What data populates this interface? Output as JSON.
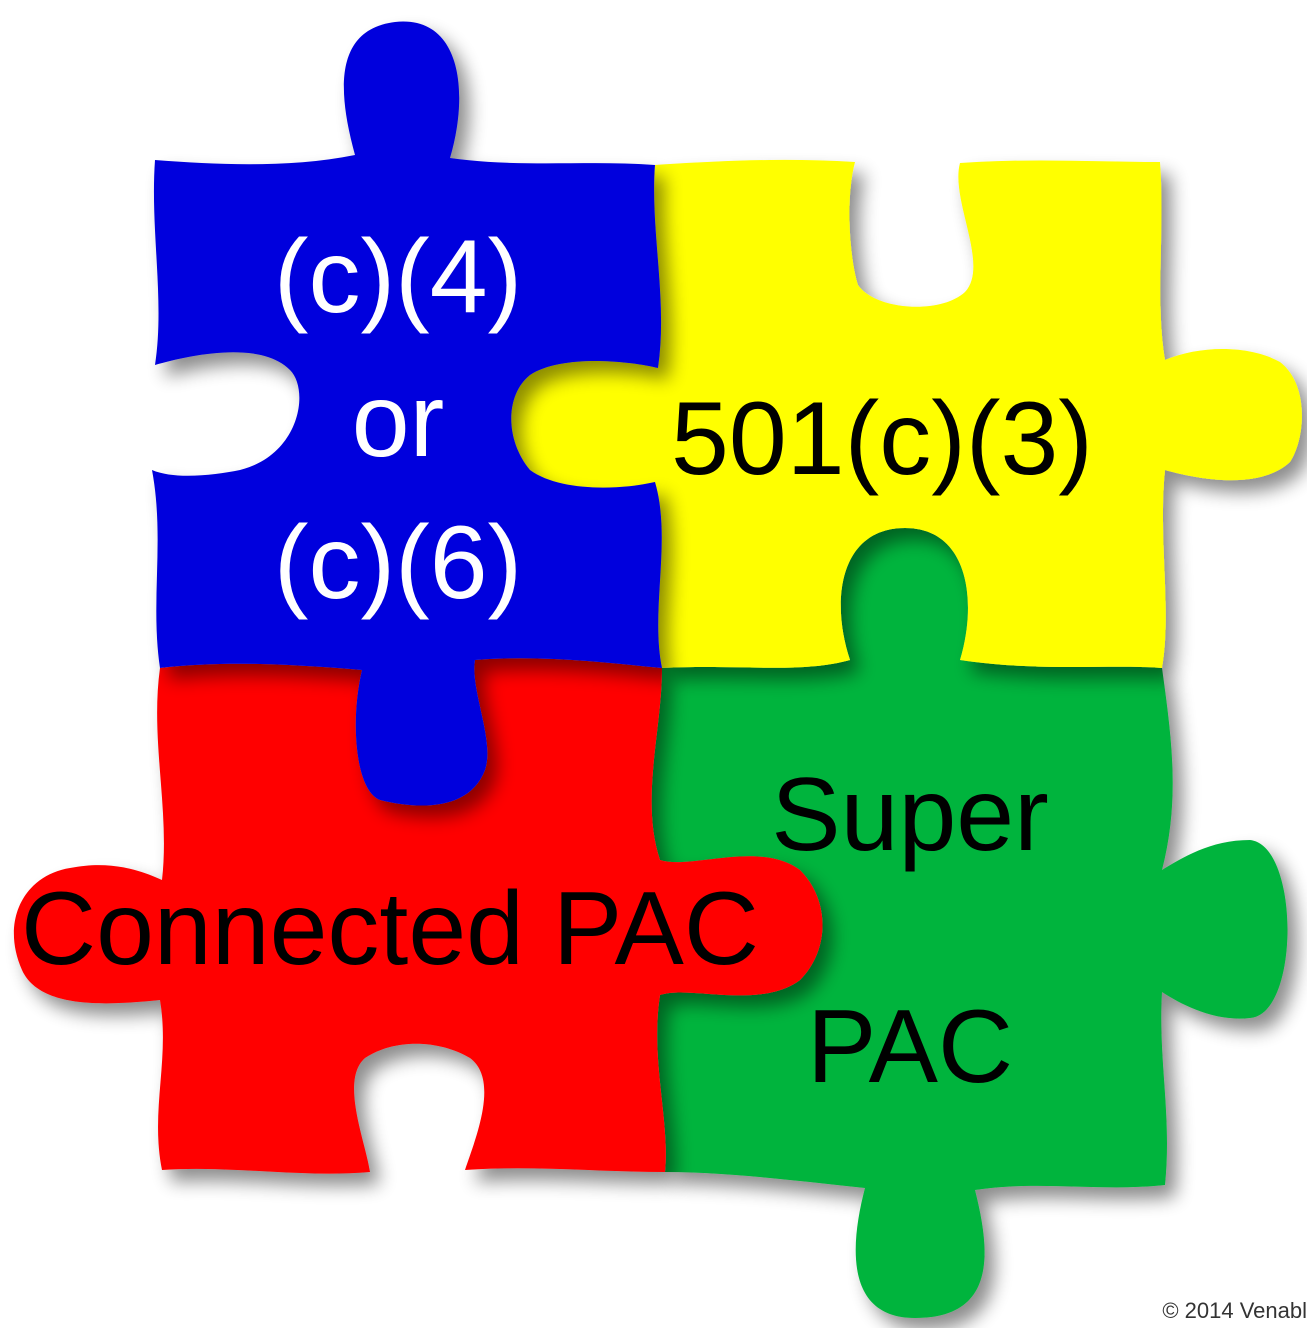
{
  "pieces": {
    "blue": {
      "color": "#0000DD",
      "label_color": "#ffffff",
      "lines": [
        "(c)(4)",
        "or",
        "(c)(6)"
      ]
    },
    "yellow": {
      "color": "#FFFF00",
      "label_color": "#000000",
      "lines": [
        "501(c)(3)"
      ]
    },
    "red": {
      "color": "#FF0000",
      "label_color": "#000000",
      "lines": [
        "Connected PAC"
      ]
    },
    "green": {
      "color": "#00B43C",
      "label_color": "#000000",
      "lines": [
        "Super",
        "PAC"
      ]
    }
  },
  "footer": {
    "copyright": "© 2014 Venabl"
  }
}
